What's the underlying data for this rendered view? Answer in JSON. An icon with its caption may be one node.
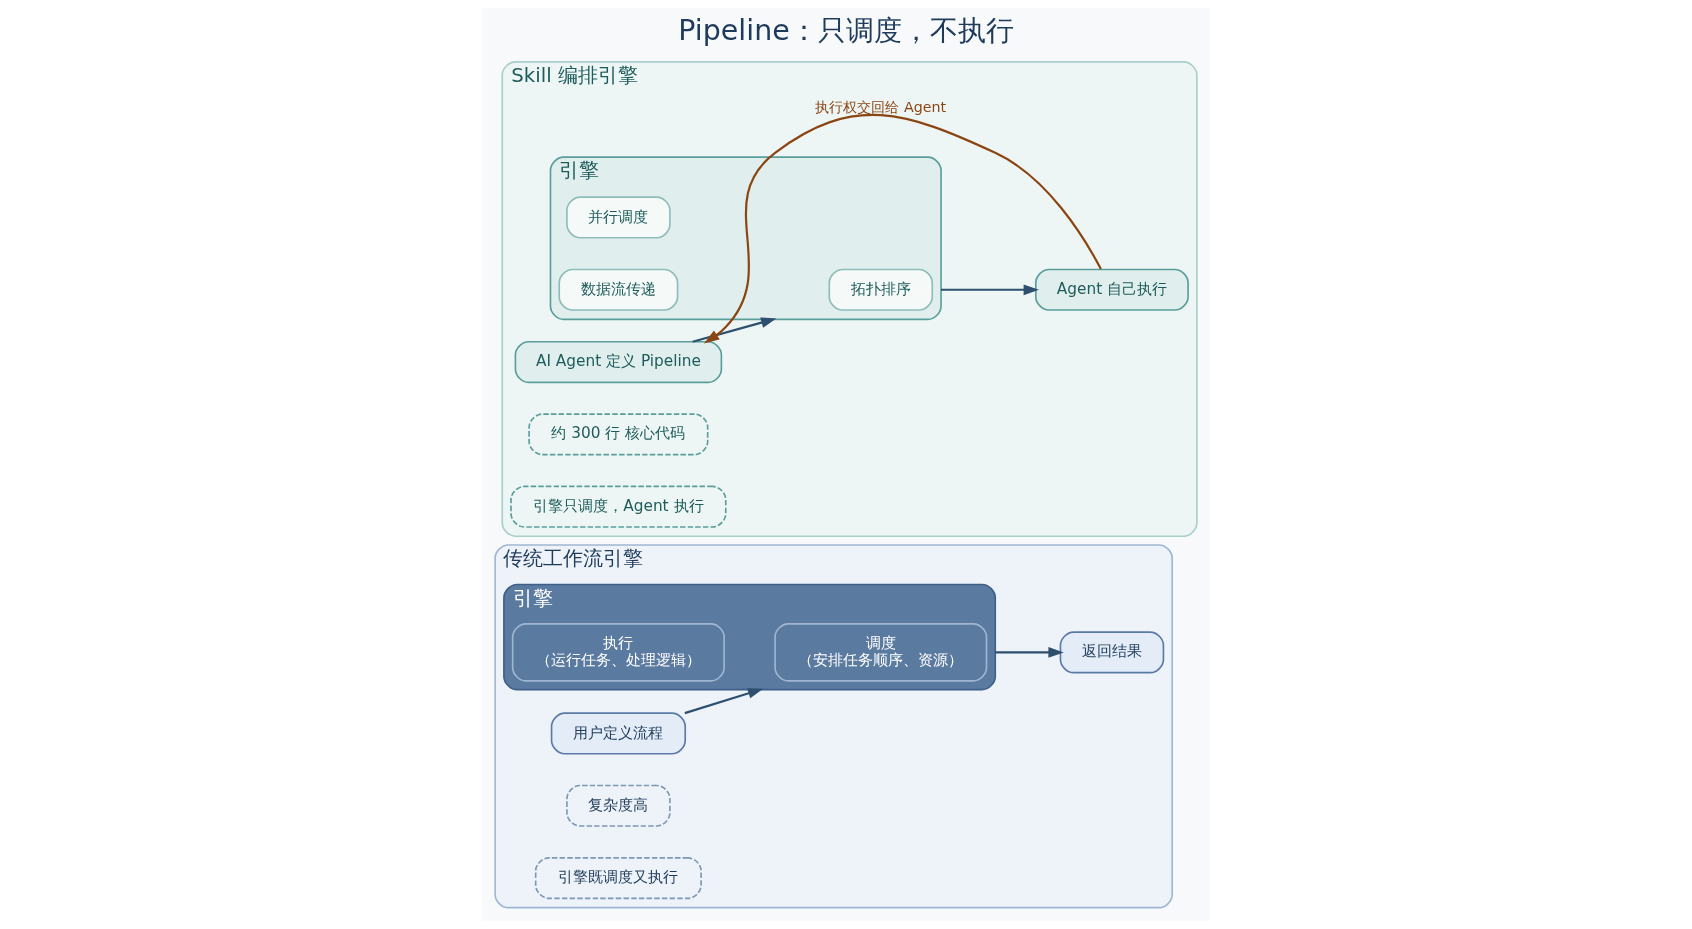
{
  "diagram": {
    "title": "Pipeline：只调度，不执行",
    "nodes": [
      {
        "text": [
          "传统工作流引擎"
        ]
      },
      {
        "text": [
          "用户定义流程"
        ],
        "in": 0
      },
      {
        "text": [
          "引擎"
        ],
        "in": 0
      },
      {
        "text": [
          "调度",
          "（安排任务顺序、资源）"
        ],
        "in": 2
      },
      {
        "text": [
          "执行",
          "（运行任务、处理逻辑）"
        ],
        "in": 2
      },
      {
        "text": [
          "返回结果"
        ],
        "in": 0
      },
      {
        "text": [
          "复杂度高"
        ],
        "in": 0
      },
      {
        "text": [
          "引擎既调度又执行"
        ],
        "in": 0
      },
      {
        "text": [
          "Skill 编排引擎"
        ]
      },
      {
        "text": [
          "AI Agent 定义 Pipeline"
        ],
        "in": 8
      },
      {
        "text": [
          "引擎"
        ],
        "in": 8
      },
      {
        "text": [
          "拓扑排序"
        ],
        "in": 10
      },
      {
        "text": [
          "并行调度"
        ],
        "in": 10
      },
      {
        "text": [
          "数据流传递"
        ],
        "in": 10
      },
      {
        "text": [
          "Agent 自己执行"
        ],
        "in": 8
      },
      {
        "text": [
          "约 300 行 核心代码"
        ],
        "in": 8
      },
      {
        "text": [
          "引擎只调度，Agent 执行"
        ],
        "in": 8
      }
    ],
    "edges": [
      {
        "from": 1,
        "to": 2,
        "arrow": "to"
      },
      {
        "from": 2,
        "to": 5,
        "arrow": "to"
      },
      {
        "from": 9,
        "to": 10,
        "arrow": "to"
      },
      {
        "from": 10,
        "to": 14,
        "arrow": "to"
      },
      {
        "from": 14,
        "to": 9,
        "arrow": "to",
        "label": "执行权交回给 Agent",
        "color": "#8b4513"
      }
    ]
  }
}
